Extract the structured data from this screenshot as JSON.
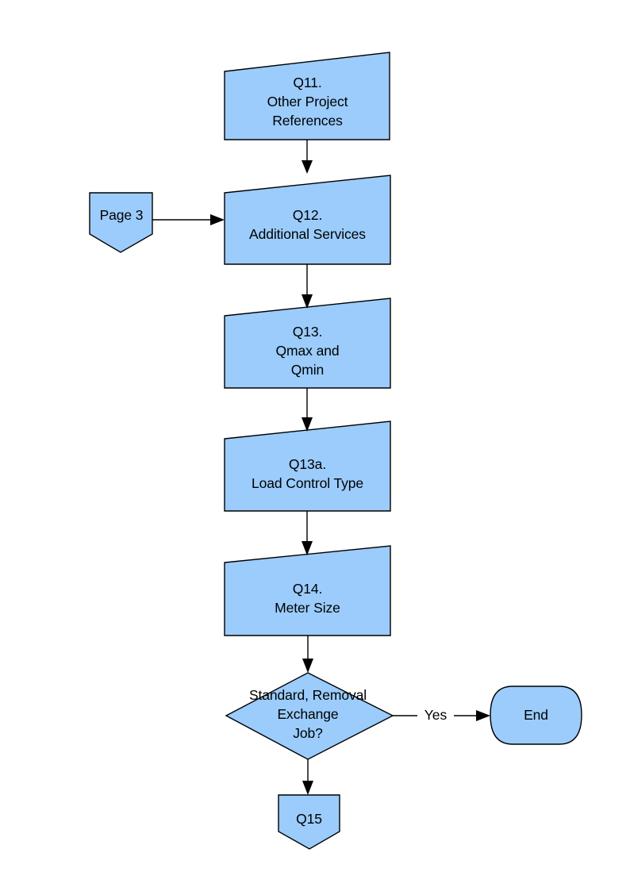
{
  "diagram": {
    "type": "flowchart",
    "background_color": "#ffffff",
    "node_fill_color": "#9bccfc",
    "node_stroke_color": "#000000",
    "text_color": "#000000",
    "nodes": [
      {
        "id": "q11",
        "shape": "data-slanted-top",
        "lines": [
          "Q11.",
          "Other Project",
          "References"
        ]
      },
      {
        "id": "page3",
        "shape": "off-page-connector",
        "lines": [
          "Page 3"
        ]
      },
      {
        "id": "q12",
        "shape": "data-slanted-top",
        "lines": [
          "Q12.",
          "Additional Services"
        ]
      },
      {
        "id": "q13",
        "shape": "data-slanted-top",
        "lines": [
          "Q13.",
          "Qmax and",
          "Qmin"
        ]
      },
      {
        "id": "q13a",
        "shape": "data-slanted-top",
        "lines": [
          "Q13a.",
          "Load Control Type"
        ]
      },
      {
        "id": "q14",
        "shape": "data-slanted-top",
        "lines": [
          "Q14.",
          "Meter Size"
        ]
      },
      {
        "id": "decision",
        "shape": "diamond",
        "lines": [
          "Standard, Removal",
          "Exchange",
          "Job?"
        ]
      },
      {
        "id": "end",
        "shape": "delay-terminator",
        "lines": [
          "End"
        ]
      },
      {
        "id": "q15",
        "shape": "off-page-connector",
        "lines": [
          "Q15"
        ]
      }
    ],
    "edges": [
      {
        "id": "q11-to-q12",
        "from": "q11",
        "to": "q12",
        "label": ""
      },
      {
        "id": "page3-to-q12",
        "from": "page3",
        "to": "q12",
        "label": ""
      },
      {
        "id": "q12-to-q13",
        "from": "q12",
        "to": "q13",
        "label": ""
      },
      {
        "id": "q13-to-q13a",
        "from": "q13",
        "to": "q13a",
        "label": ""
      },
      {
        "id": "q13a-to-q14",
        "from": "q13a",
        "to": "q14",
        "label": ""
      },
      {
        "id": "q14-to-decision",
        "from": "q14",
        "to": "decision",
        "label": ""
      },
      {
        "id": "decision-to-end",
        "from": "decision",
        "to": "end",
        "label": "Yes"
      },
      {
        "id": "decision-to-q15",
        "from": "decision",
        "to": "q15",
        "label": ""
      }
    ]
  }
}
